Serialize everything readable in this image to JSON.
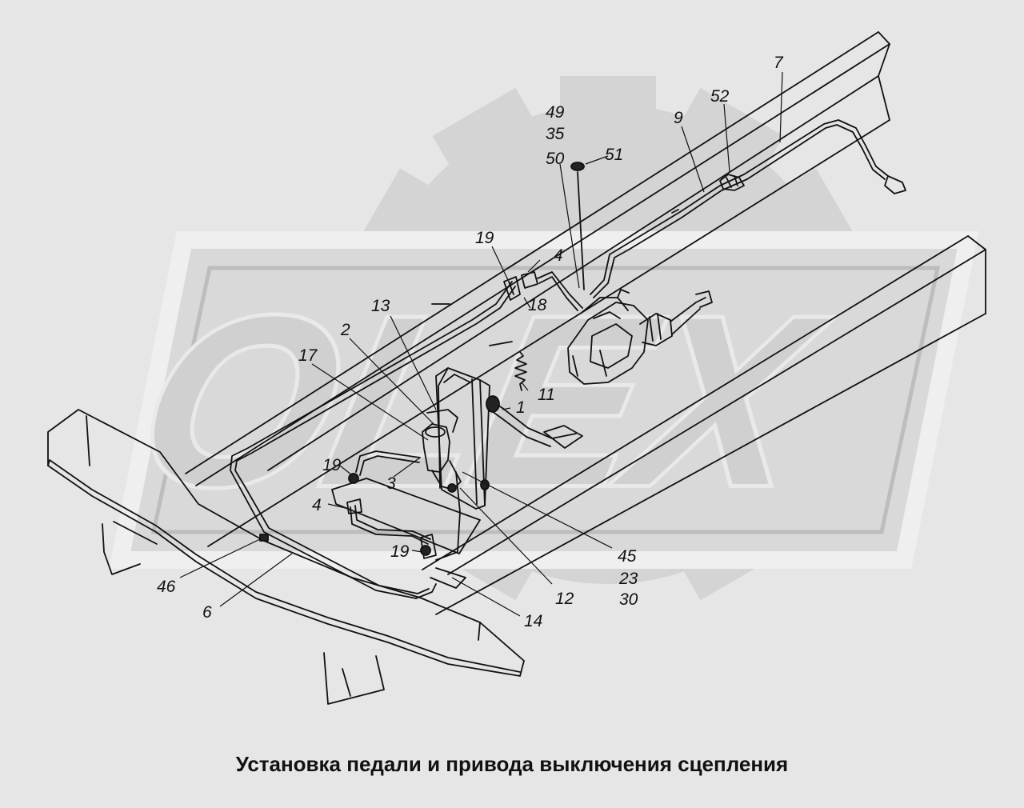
{
  "diagram": {
    "caption": "Установка педали и привода выключения сцепления",
    "watermark_text": "OLEX",
    "callouts": {
      "l1": "1",
      "l2": "2",
      "l3": "3",
      "l4a": "4",
      "l4b": "4",
      "l6": "6",
      "l7": "7",
      "l9": "9",
      "l11": "11",
      "l12": "12",
      "l13": "13",
      "l14": "14",
      "l17": "17",
      "l18": "18",
      "l19a": "19",
      "l19b": "19",
      "l19c": "19",
      "l23": "23",
      "l30": "30",
      "l35": "35",
      "l45": "45",
      "l46": "46",
      "l49": "49",
      "l50": "50",
      "l51": "51",
      "l52": "52"
    }
  },
  "colors": {
    "background": "#e6e6e6",
    "line": "#111111",
    "watermark": "#cfcfcf"
  }
}
